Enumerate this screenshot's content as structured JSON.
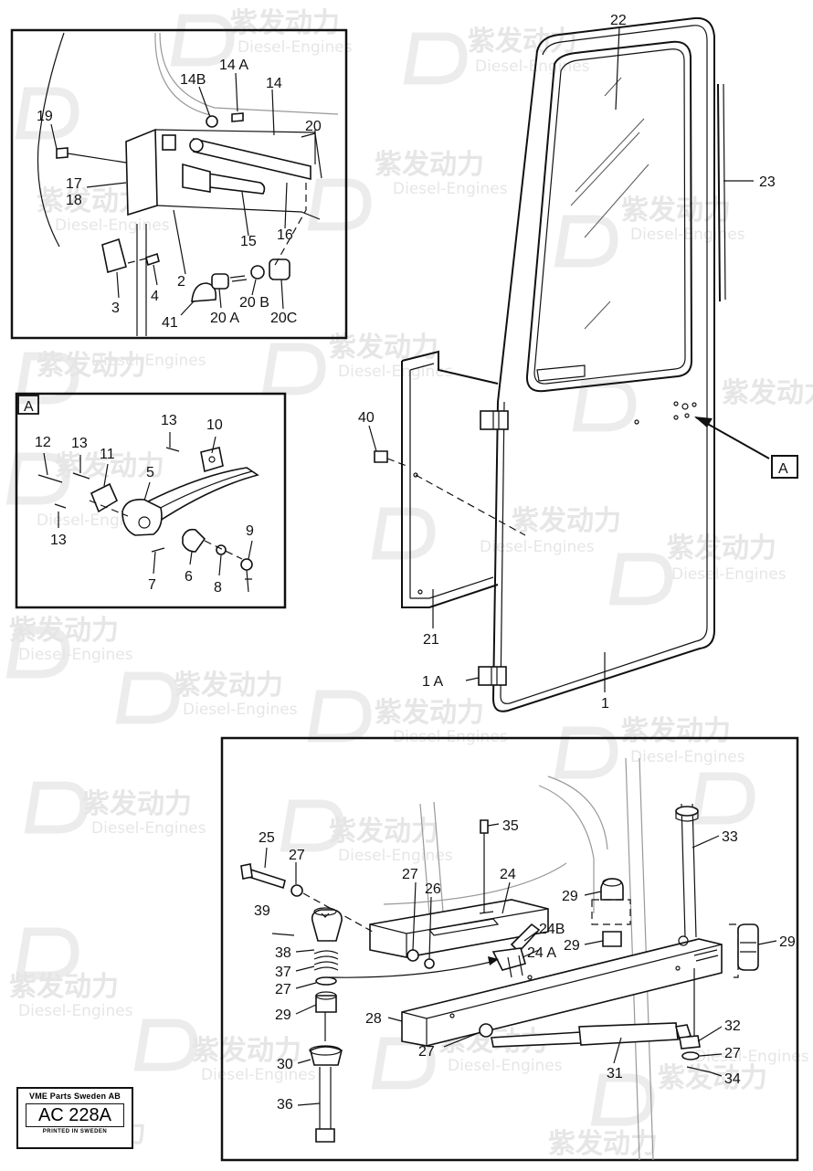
{
  "watermark": {
    "brand_cn": "紫发动力",
    "brand_en": "Diesel-Engines"
  },
  "labels": {
    "p22": "22",
    "p23": "23",
    "pA_arrow": "A",
    "p40": "40",
    "p21": "21",
    "p1A": "1 A",
    "p1": "1",
    "p19": "19",
    "p14B": "14B",
    "p14A": "14 A",
    "p14": "14",
    "p20": "20",
    "p17": "17",
    "p18": "18",
    "p15": "15",
    "p16": "16",
    "p3": "3",
    "p4": "4",
    "p2": "2",
    "p41": "41",
    "p20A": "20 A",
    "p20B": "20 B",
    "p20C": "20C",
    "detailA": "A",
    "p13a": "13",
    "p10": "10",
    "p12": "12",
    "p13b": "13",
    "p11": "11",
    "p5": "5",
    "p13c": "13",
    "p9": "9",
    "p7": "7",
    "p6": "6",
    "p8": "8",
    "p35": "35",
    "p33": "33",
    "p25": "25",
    "p27a": "27",
    "p27b": "27",
    "p26": "26",
    "p24": "24",
    "p29a": "29",
    "p39": "39",
    "p24B": "24B",
    "p29b": "29",
    "p29c": "29",
    "p38": "38",
    "p24A": "24 A",
    "p37": "37",
    "p27c": "27",
    "p28": "28",
    "p29d": "29",
    "p32": "32",
    "p27d": "27",
    "p27e": "27",
    "p31": "31",
    "p30": "30",
    "p34": "34",
    "p36": "36"
  },
  "stamp": {
    "company": "VME Parts Sweden AB",
    "code": "AC 228A",
    "footer": "PRINTED IN SWEDEN"
  }
}
